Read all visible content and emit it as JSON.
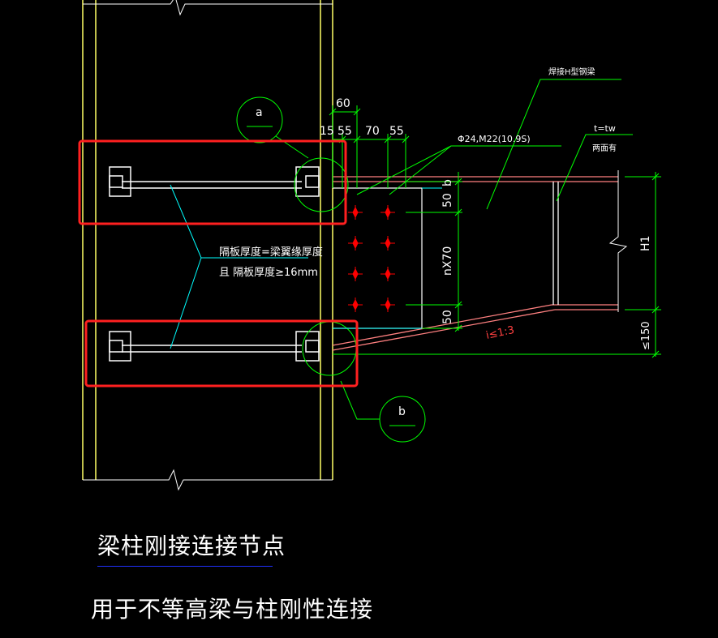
{
  "title": "梁柱刚接连接节点",
  "subtitle": "用于不等高梁与柱刚性连接",
  "callouts": {
    "a_label": "a",
    "b_label": "b",
    "weld_note": "焊接H型钢梁",
    "bolt_spec": "Φ24,M22(10.9S)",
    "web_note_1": "t=tw",
    "web_note_2": "两面有",
    "plate_note_1": "隔板厚度=梁翼缘厚度",
    "plate_note_2": "且 隔板厚度≥16mm",
    "slope": "i≤1:3"
  },
  "dimensions": {
    "d60": "60",
    "d15": "15",
    "d55a": "55",
    "d70": "70",
    "d55b": "55",
    "d50top": "50",
    "b": "b",
    "nx70": "nX70",
    "d50bot": "50",
    "h1": "H1",
    "le150": "≤150"
  },
  "colors": {
    "column_line": "#ffff66",
    "white_line": "#ffffff",
    "green_line": "#00ff00",
    "cyan_line": "#00ffff",
    "red_beam": "#ff8080",
    "highlight_box": "#ff2020",
    "bolt": "#ff0000",
    "title_underline": "#2030ff"
  }
}
